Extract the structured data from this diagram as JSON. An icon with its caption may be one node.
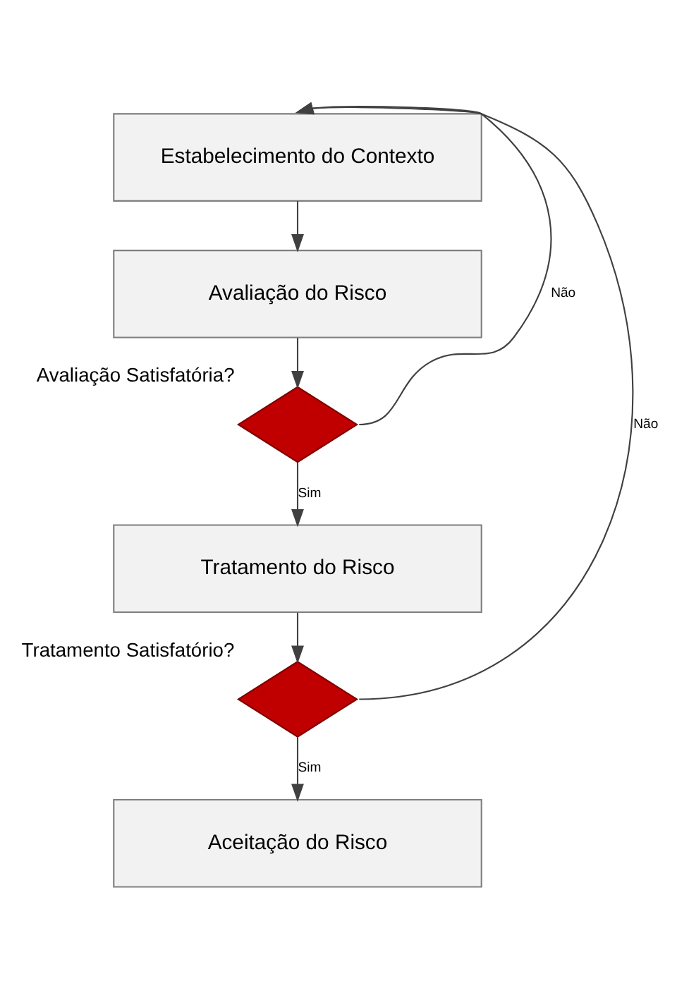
{
  "diagram": {
    "nodes": [
      {
        "text": [
          "Estabelecimento do Contexto"
        ]
      },
      {
        "text": [
          "Avaliação do Risco"
        ]
      },
      {
        "text": [],
        "shape": "diamond",
        "beside": [
          "Avaliação Satisfatória?"
        ]
      },
      {
        "text": [
          "Tratamento do Risco"
        ]
      },
      {
        "text": [],
        "shape": "diamond",
        "beside": [
          "Tratamento Satisfatório?"
        ]
      },
      {
        "text": [
          "Aceitação do Risco"
        ]
      }
    ],
    "edges": [
      {
        "from": 0,
        "to": 1,
        "arrow": "to"
      },
      {
        "from": 1,
        "to": 2,
        "arrow": "to"
      },
      {
        "from": 2,
        "to": 0,
        "arrow": "to",
        "label": "Não"
      },
      {
        "from": 2,
        "to": 3,
        "arrow": "to",
        "label": "Sim"
      },
      {
        "from": 3,
        "to": 4,
        "arrow": "to"
      },
      {
        "from": 4,
        "to": 0,
        "arrow": "to",
        "label": "Não"
      },
      {
        "from": 4,
        "to": 5,
        "arrow": "to",
        "label": "Sim"
      }
    ]
  }
}
